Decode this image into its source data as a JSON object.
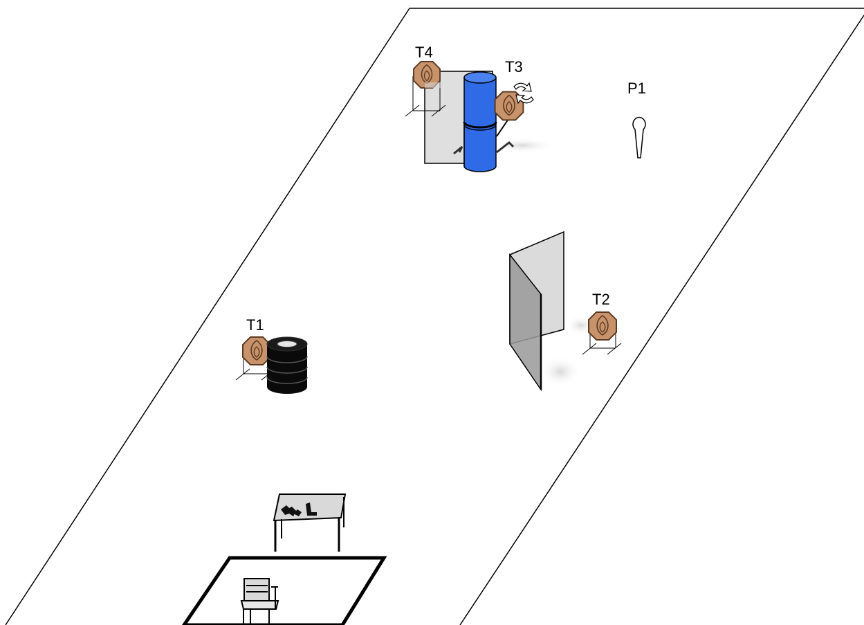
{
  "stage": {
    "labels": {
      "t1": "T1",
      "t2": "T2",
      "t3": "T3",
      "t4": "T4",
      "p1": "P1"
    },
    "colors": {
      "target_fill": "#C8936A",
      "target_stroke": "#5b3a22",
      "barrel": "#2f6be6",
      "wall": "#d9d9d9",
      "tire": "#0a0a0a"
    },
    "icons": {
      "t3_moving": "rotating-arrows-icon",
      "p1": "shooter-position-icon"
    }
  }
}
